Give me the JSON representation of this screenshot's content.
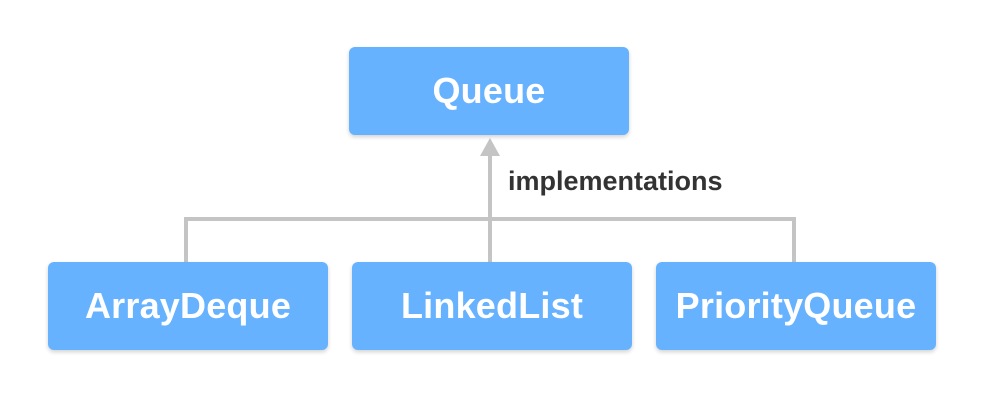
{
  "diagram": {
    "parent": {
      "label": "Queue"
    },
    "relation_label": "implementations",
    "children": [
      {
        "label": "ArrayDeque"
      },
      {
        "label": "LinkedList"
      },
      {
        "label": "PriorityQueue"
      }
    ],
    "colors": {
      "box_fill": "#66b2ff",
      "box_text": "#ffffff",
      "connector": "#c4c4c4",
      "label_text": "#333333"
    }
  }
}
